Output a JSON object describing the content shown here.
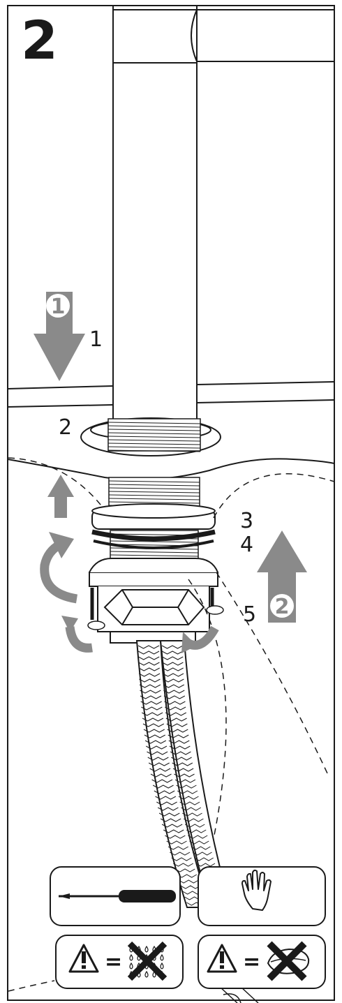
{
  "step": {
    "number": "2"
  },
  "callouts": {
    "sequence_1": "1",
    "sequence_2": "2"
  },
  "parts": [
    {
      "label": "1"
    },
    {
      "label": "2"
    },
    {
      "label": "3"
    },
    {
      "label": "4"
    },
    {
      "label": "5"
    }
  ],
  "icons": {
    "tool": "screwdriver-icon",
    "hand": "hand-tighten-icon",
    "warning_1": "warning-triangle-icon",
    "warning_2": "warning-triangle-icon",
    "no_water": "no-water-drops-icon",
    "no_soap": "no-abrasive-sponge-icon"
  },
  "equals": {
    "first": "=",
    "second": "="
  },
  "colors": {
    "line": "#1a1a1a",
    "arrow": "#8a8a8a",
    "background": "#ffffff"
  }
}
